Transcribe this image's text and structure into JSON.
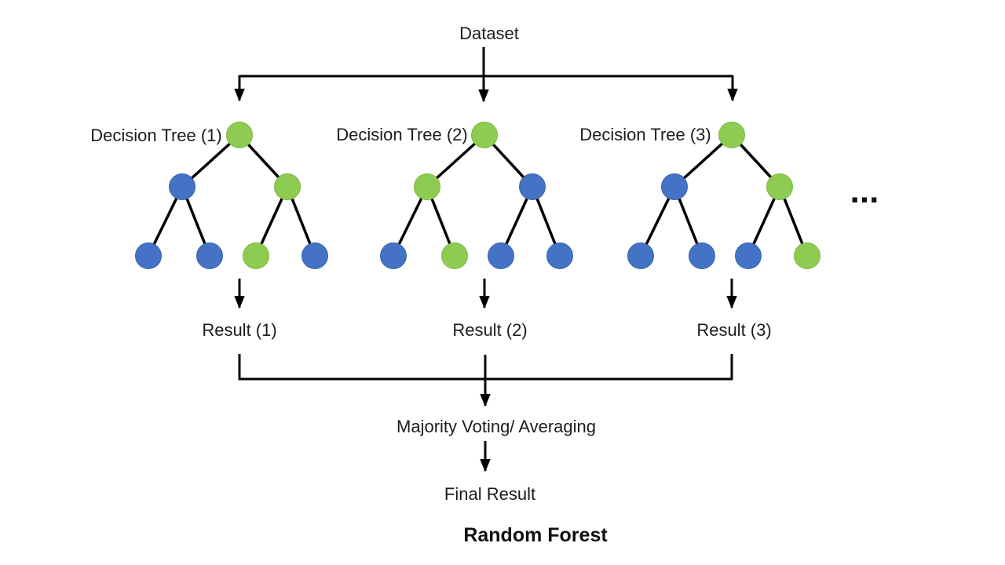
{
  "diagram_title": "Random Forest",
  "dataset_label": "Dataset",
  "majority_label": "Majority Voting/ Averaging",
  "final_label": "Final Result",
  "ellipsis": "...",
  "colors": {
    "green_fill": "#8DCB52",
    "green_stroke": "#7EB93F",
    "blue_fill": "#4472C4",
    "blue_stroke": "#3B64AE",
    "line": "#000000",
    "text": "#1c1c1c"
  },
  "trees": [
    {
      "label": "Decision Tree (1)",
      "result_label": "Result (1)",
      "nodes": {
        "root": "green",
        "level2": [
          "blue",
          "green"
        ],
        "leaves": [
          "blue",
          "blue",
          "green",
          "blue"
        ]
      }
    },
    {
      "label": "Decision Tree (2)",
      "result_label": "Result (2)",
      "nodes": {
        "root": "green",
        "level2": [
          "green",
          "blue"
        ],
        "leaves": [
          "blue",
          "green",
          "blue",
          "blue"
        ]
      }
    },
    {
      "label": "Decision Tree (3)",
      "result_label": "Result (3)",
      "nodes": {
        "root": "green",
        "level2": [
          "blue",
          "green"
        ],
        "leaves": [
          "blue",
          "blue",
          "blue",
          "green"
        ]
      }
    }
  ]
}
